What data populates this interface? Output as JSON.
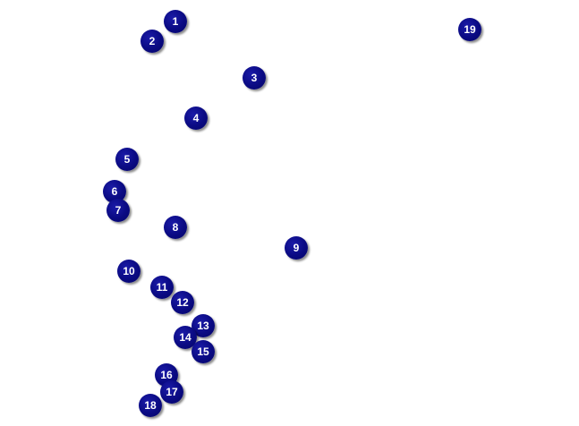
{
  "colors": {
    "background": "#ffffff",
    "marker_fill": "#0a0a82",
    "marker_text": "#ffffff"
  },
  "markers": [
    {
      "label": "1"
    },
    {
      "label": "2"
    },
    {
      "label": "3"
    },
    {
      "label": "4"
    },
    {
      "label": "5"
    },
    {
      "label": "6"
    },
    {
      "label": "7"
    },
    {
      "label": "8"
    },
    {
      "label": "9"
    },
    {
      "label": "10"
    },
    {
      "label": "11"
    },
    {
      "label": "12"
    },
    {
      "label": "13"
    },
    {
      "label": "14"
    },
    {
      "label": "15"
    },
    {
      "label": "16"
    },
    {
      "label": "17"
    },
    {
      "label": "18"
    },
    {
      "label": "19"
    }
  ]
}
